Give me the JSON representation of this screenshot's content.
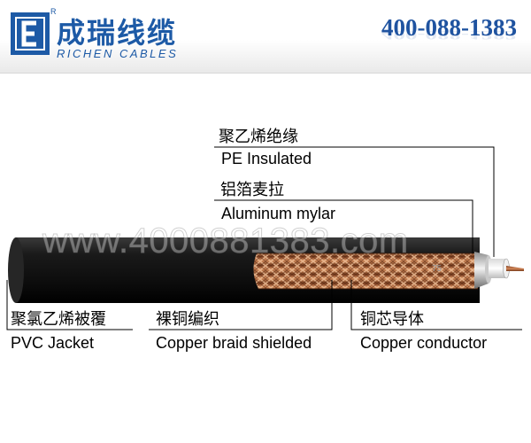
{
  "brand": {
    "name_cn": "成瑞线缆",
    "name_en": "RICHEN CABLES",
    "logo_letter": "E",
    "registered": "R"
  },
  "phone": "400-088-1383",
  "watermark": "www.4000881383.com",
  "cable_mark": "75",
  "labels": {
    "pe_cn": "聚乙烯绝缘",
    "pe_en": "PE Insulated",
    "al_cn": "铝箔麦拉",
    "al_en": "Aluminum mylar",
    "pvc_cn": "聚氯乙烯被覆",
    "pvc_en": "PVC Jacket",
    "braid_cn": "裸铜编织",
    "braid_en": "Copper braid shielded",
    "cond_cn": "铜芯导体",
    "cond_en": "Copper conductor"
  },
  "colors": {
    "brand_blue": "#1d5aa6",
    "jacket": "#151515",
    "braid": "#b5683c",
    "conductor": "#b0603a"
  }
}
